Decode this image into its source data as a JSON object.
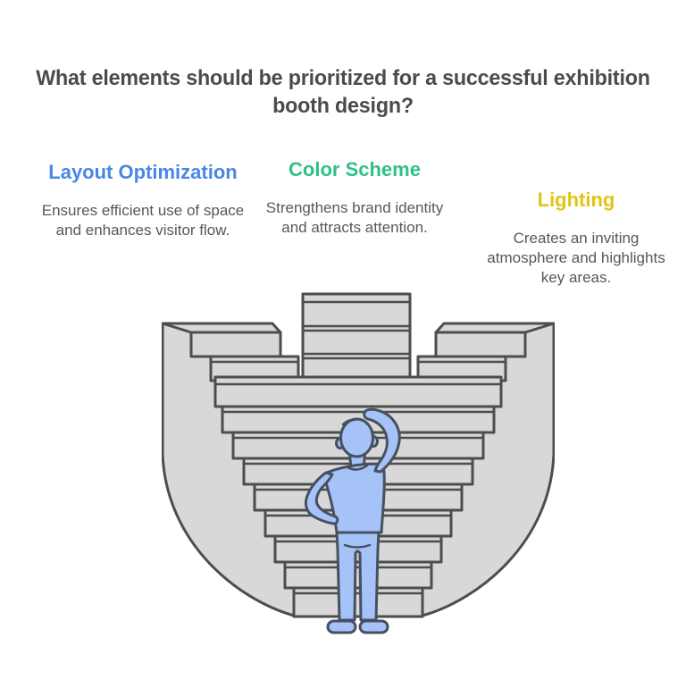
{
  "title": "What elements should be prioritized for a successful exhibition booth design?",
  "columns": [
    {
      "heading": "Layout Optimization",
      "description": "Ensures efficient use of space and enhances visitor flow.",
      "accent": "#4a86e8"
    },
    {
      "heading": "Color Scheme",
      "description": "Strengthens brand identity and attracts attention.",
      "accent": "#2ec185"
    },
    {
      "heading": "Lighting",
      "description": "Creates an inviting atmosphere and highlights key areas.",
      "accent": "#e3c411"
    }
  ],
  "illustration": {
    "alt": "Person scratching head while looking up at a large funnel-shaped staircase structure",
    "colors": {
      "fig-gray": "#d8d8d8",
      "fig-stroke": "#4d4d4d",
      "fig-blue": "#a5c3f8",
      "fig-blue-stroke": "#47505f"
    }
  }
}
